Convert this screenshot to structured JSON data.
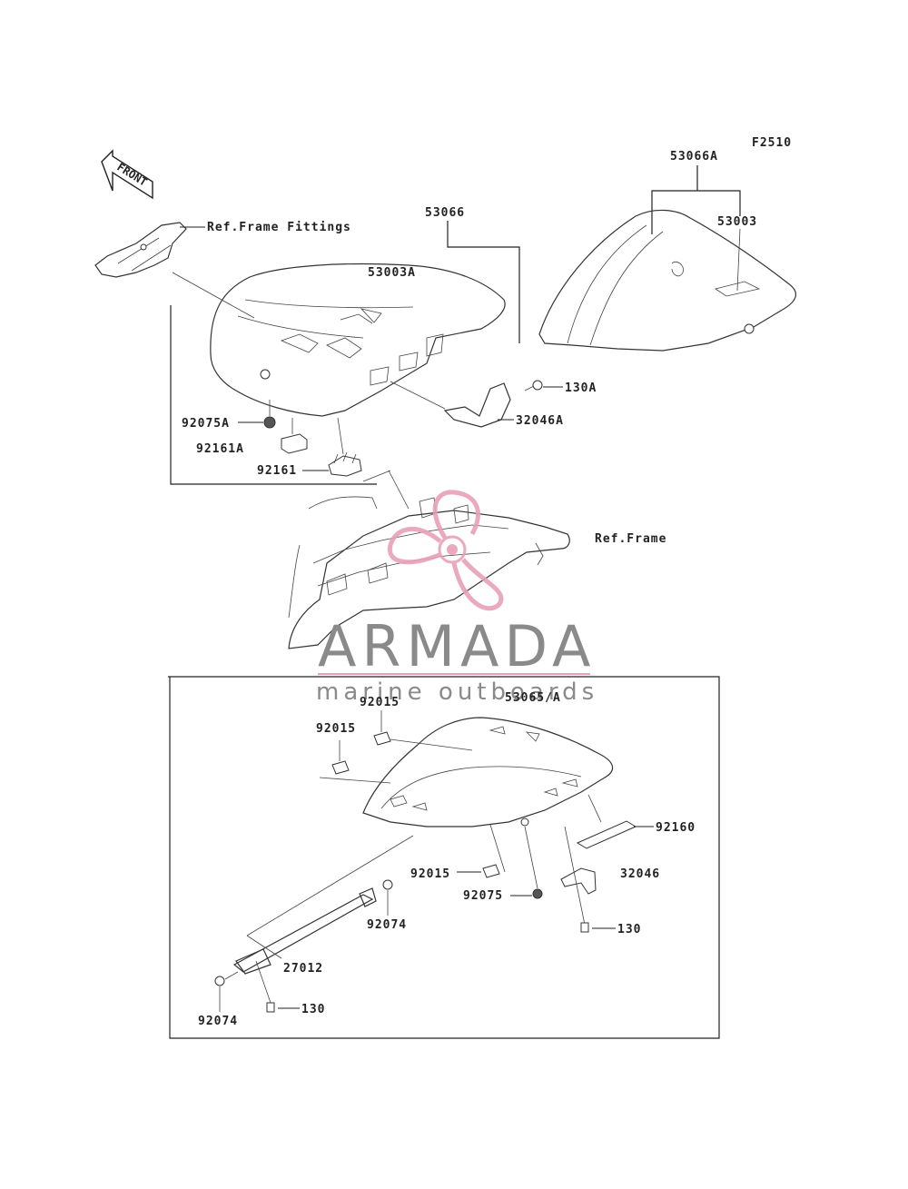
{
  "figure_code": "F2510",
  "front_label": "FRONT",
  "watermark": {
    "title": "ARMADA",
    "subtitle": "marine outboards",
    "accent_color": "#e8a0b8",
    "text_color": "#8a8a8a"
  },
  "labels": {
    "ref_frame_fittings": "Ref.Frame Fittings",
    "ref_frame": "Ref.Frame",
    "p53066": "53066",
    "p53066A": "53066A",
    "p53003": "53003",
    "p53003A": "53003A",
    "p130A": "130A",
    "p32046A": "32046A",
    "p92075A": "92075A",
    "p92161A": "92161A",
    "p92161": "92161",
    "p53065A": "53065/A",
    "p92015_a": "92015",
    "p92015_b": "92015",
    "p92015_c": "92015",
    "p92160": "92160",
    "p32046": "32046",
    "p92075": "92075",
    "p130_a": "130",
    "p130_b": "130",
    "p92074_a": "92074",
    "p92074_b": "92074",
    "p27012": "27012"
  }
}
